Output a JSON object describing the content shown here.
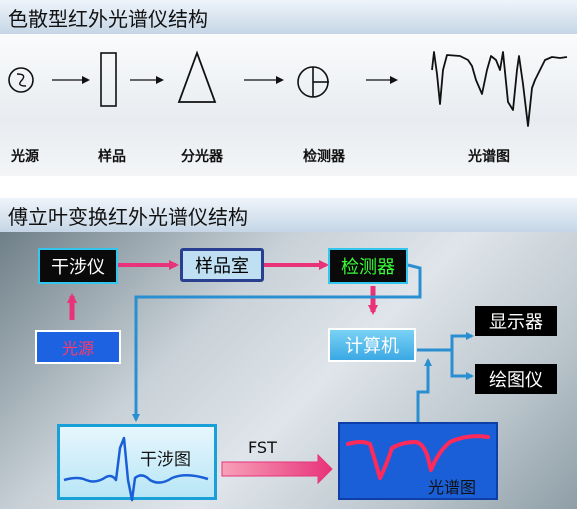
{
  "top": {
    "title": "色散型红外光谱仪结构",
    "labels": {
      "source": "光源",
      "sample": "样品",
      "splitter": "分光器",
      "detector": "检测器",
      "spectrum": "光谱图"
    }
  },
  "bottom": {
    "title": "傅立叶变换红外光谱仪结构",
    "boxes": {
      "interferometer": "干涉仪",
      "sample_room": "样品室",
      "detector": "检测器",
      "source": "光源",
      "computer": "计算机",
      "display": "显示器",
      "plotter": "绘图仪",
      "interferogram": "干涉图",
      "spectrum": "光谱图"
    },
    "transform_label": "FST"
  },
  "colors": {
    "arrow_blue": "#2a8fd0",
    "arrow_pink": "#e8337a",
    "panel_blue": "#1a5fd8",
    "wave_red": "#ff2a5a"
  }
}
